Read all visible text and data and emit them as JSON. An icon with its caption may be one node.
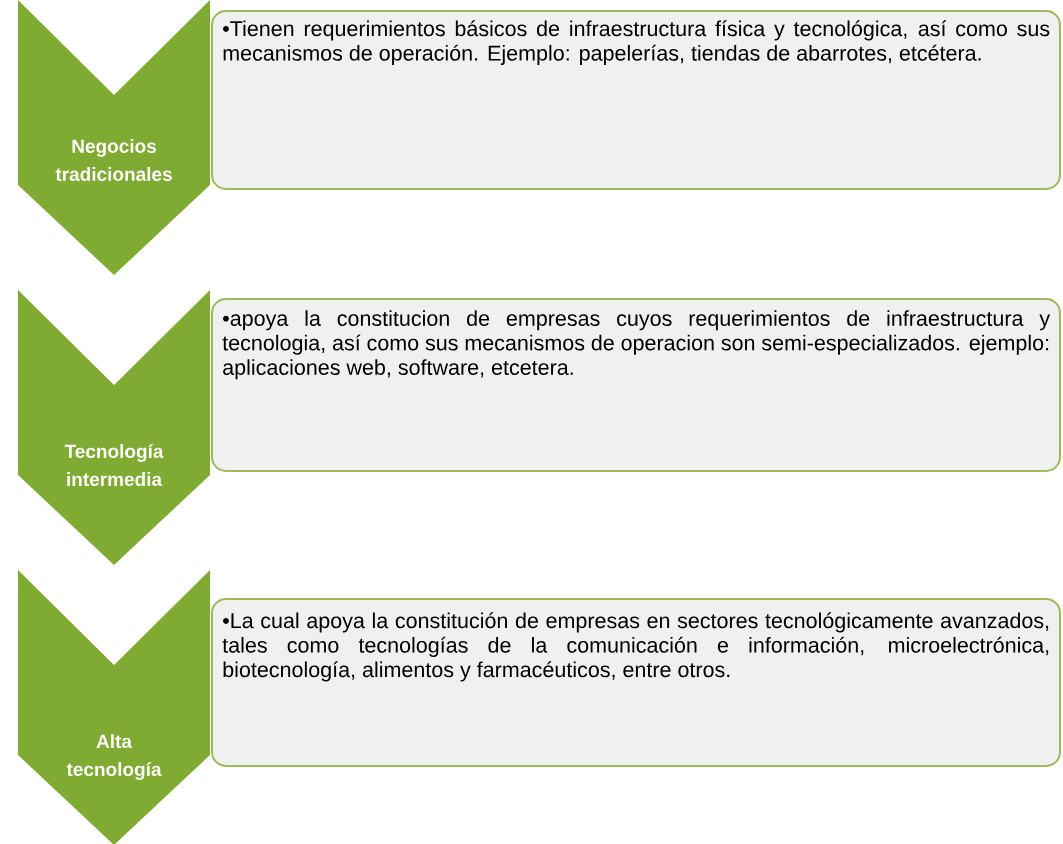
{
  "diagram": {
    "nodes": [
      {
        "text": [
          "Negocios tradicionales"
        ]
      },
      {
        "text": [
          "•Tienen requerimientos básicos de infraestructura física y tecnológica, así como sus mecanismos de operación. Ejemplo: papelerías, tiendas de abarrotes, etcétera."
        ]
      },
      {
        "text": [
          "Tecnología intermedia"
        ]
      },
      {
        "text": [
          "•apoya la constitucion de empresas cuyos requerimientos de infraestructura y tecnologia, así como sus mecanismos de operacion son semi-especializados. ejemplo: aplicaciones web, software, etcetera."
        ]
      },
      {
        "text": [
          "Alta tecnología"
        ]
      },
      {
        "text": [
          "•La cual apoya la constitución de empresas en sectores tecnológicamente avanzados, tales como tecnologías de la comunicación e información, microelectrónica, biotecnología, alimentos y farmacéuticos, entre otros."
        ]
      }
    ]
  }
}
